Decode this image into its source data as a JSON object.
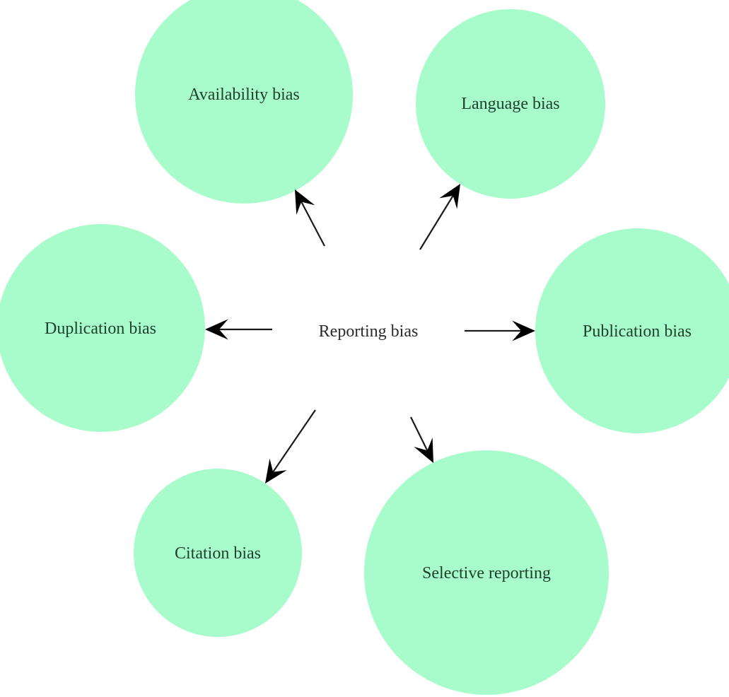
{
  "diagram": {
    "center": {
      "id": "reporting",
      "label": "Reporting bias"
    },
    "node_color": "#a8fccc",
    "nodes": [
      {
        "id": "availability",
        "label": "Availability bias"
      },
      {
        "id": "language",
        "label": "Language bias"
      },
      {
        "id": "duplication",
        "label": "Duplication bias"
      },
      {
        "id": "publication",
        "label": "Publication bias"
      },
      {
        "id": "citation",
        "label": "Citation bias"
      },
      {
        "id": "selective",
        "label": "Selective reporting"
      }
    ],
    "edges": [
      {
        "from": "reporting",
        "to": "availability"
      },
      {
        "from": "reporting",
        "to": "language"
      },
      {
        "from": "reporting",
        "to": "duplication"
      },
      {
        "from": "reporting",
        "to": "publication"
      },
      {
        "from": "reporting",
        "to": "citation"
      },
      {
        "from": "reporting",
        "to": "selective"
      }
    ]
  }
}
